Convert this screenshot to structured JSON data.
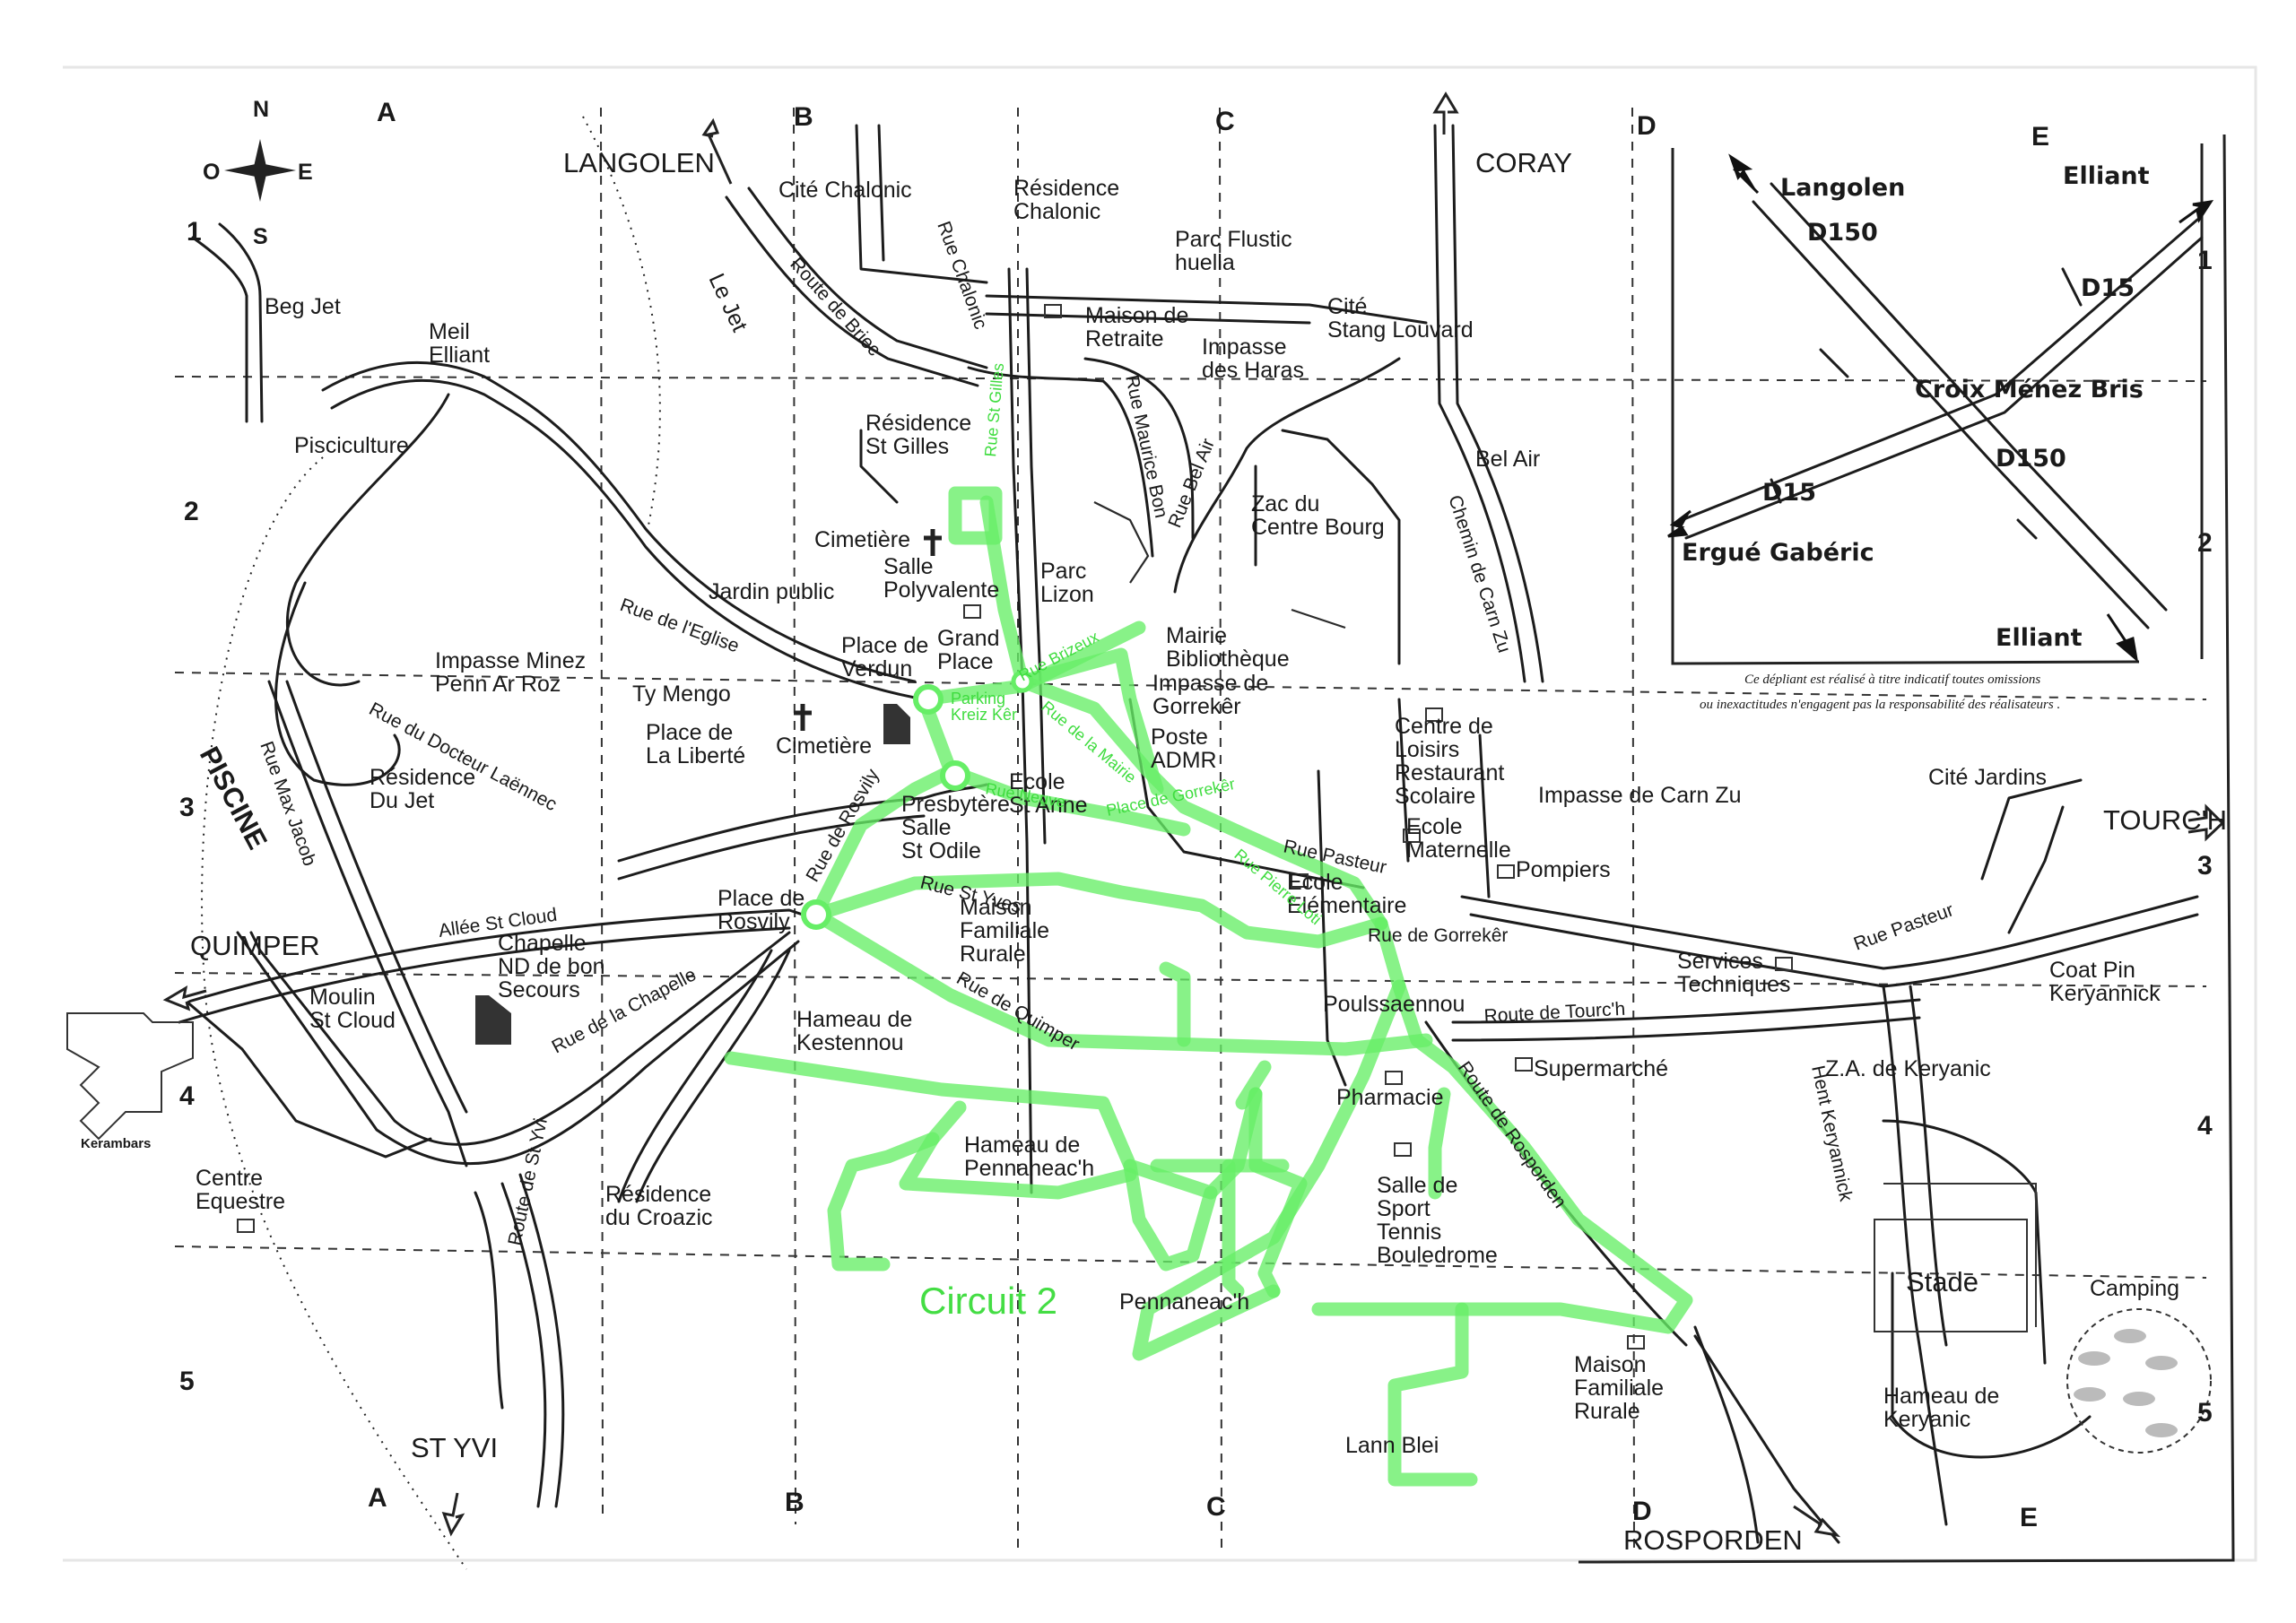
{
  "compass": {
    "n": "N",
    "s": "S",
    "e": "E",
    "o": "O"
  },
  "grid": {
    "cols_top": [
      "A",
      "B",
      "C",
      "D",
      "E"
    ],
    "cols_bottom": [
      "A",
      "B",
      "C",
      "D",
      "E"
    ],
    "rows_left": [
      "1",
      "2",
      "3",
      "4",
      "5"
    ],
    "rows_right": [
      "1",
      "2",
      "3",
      "4",
      "5"
    ]
  },
  "directions": {
    "langolen": "LANGOLEN",
    "coray": "CORAY",
    "tourch": "TOURC'H",
    "quimper": "QUIMPER",
    "st_yvi": "ST YVI",
    "rosporden": "ROSPORDEN",
    "piscine": "PISCINE",
    "kerambars": "Kerambars"
  },
  "places": {
    "beg_jet": "Beg Jet",
    "meil_elliant": "Meil\nElliant",
    "pisciculture": "Pisciculture",
    "le_jet": "Le Jet",
    "cite_chalonic": "Cité Chalonic",
    "residence_chalonic": "Résidence\nChalonic",
    "parc_flustic": "Parc Flustic\nhuella",
    "cite_stang": "Cité\nStang Louvard",
    "maison_retraite": "Maison de\nRetraite",
    "impasse_haras": "Impasse\ndes Haras",
    "residence_st_gilles": "Résidence\nSt Gilles",
    "zac": "Zac du\nCentre Bourg",
    "bel_air": "Bel Air",
    "cimetiere_top": "Cimetière",
    "salle_polyvalente": "Salle\nPolyvalente",
    "parc_lizon": "Parc\nLizon",
    "jardin_public": "Jardin public",
    "grand_place": "Grand\nPlace",
    "place_verdun": "Place de\nVerdun",
    "mairie": "Mairie\nBibliothèque",
    "impasse_gorreker": "Impasse de\nGorrekêr",
    "poste": "Poste\nADMR",
    "impasse_minez": "Impasse Minez\nPenn Ar Roz",
    "ty_mengo": "Ty Mengo",
    "place_liberte": "Place de\nLa Liberté",
    "cimetiere_mid": "Cimetière",
    "residence_jet": "Résidence\nDu Jet",
    "presbytere": "Presbytère\nSalle\nSt Odile",
    "ecole_st_anne": "Ecole\nSt Anne",
    "centre_loisirs": "Centre de\nLoisirs\nRestaurant\nScolaire",
    "impasse_carn_zu": "Impasse de Carn Zu",
    "ecole_maternelle": "Ecole\nMaternelle",
    "pompiers": "Pompiers",
    "ecole_elementaire": "Ecole\nElémentaire",
    "cite_jardins": "Cité Jardins",
    "place_rosvily": "Place de\nRosvily",
    "maison_familiale_1": "Maison\nFamiliale\nRurale",
    "chapelle": "Chapelle\nND de bon\nSecours",
    "moulin": "Moulin\nSt Cloud",
    "hameau_kestennou": "Hameau de\nKestennou",
    "poulssaennou": "Poulssaennou",
    "services_techniques": "Services\nTechniques",
    "coat_pin": "Coat Pin\nKeryannick",
    "supermarche": "Supermarché",
    "za_keryanic": "Z.A. de Keryanic",
    "pharmacie": "Pharmacie",
    "hameau_pennaneach": "Hameau de\nPennaneac'h",
    "residence_croazic": "Résidence\ndu Croazic",
    "centre_equestre": "Centre\nEquestre",
    "salle_sport": "Salle de\nSport\nTennis\nBouledrome",
    "pennaneach": "Pennaneac'h",
    "maison_familiale_2": "Maison\nFamiliale\nRurale",
    "lann_blei": "Lann Blei",
    "stade": "Stade",
    "camping": "Camping",
    "hameau_keryanic": "Hameau de\nKeryanic"
  },
  "streets": {
    "route_briec": "Route de Briec",
    "rue_chalonic": "Rue Chalonic",
    "rue_maurice_bon": "Rue Maurice Bon",
    "rue_bel_air": "Rue Bel Air",
    "chemin_carn_zu": "Chemin de Carn Zu",
    "rue_eglise": "Rue de l'Eglise",
    "rue_docteur_laennec": "Rue du Docteur Laënnec",
    "rue_max_jacob": "Rue Max Jacob",
    "allee_st_cloud": "Allée St Cloud",
    "rue_chapelle": "Rue de la Chapelle",
    "route_st_yvi": "Route de St Yvi",
    "rue_rosvily": "Rue de Rosvily",
    "rue_st_yves": "Rue St Yves",
    "rue_quimper": "Rue de Quimper",
    "rue_neuve": "Rue Neuve",
    "rue_pasteur": "Rue Pasteur",
    "route_tourch": "Route de Tourc'h",
    "route_rosporden": "Route de Rosporden",
    "hent_keryannick": "Hent Keryannick",
    "rue_gorreker": "Rue de Gorrekêr",
    "rue_pierre_loti": "Rue Pierre Loti",
    "rue_st_gilles": "Rue St Gilles",
    "rue_brizeux": "Rue Brizeux",
    "rue_mairie": "Rue de la Mairie",
    "place_gorreker": "Place de Gorrekêr",
    "rue_pasteur_2": "Rue Pasteur",
    "parking": "Parking\nKreiz Kêr"
  },
  "inset": {
    "langolen": "Langolen",
    "elliant_top": "Elliant",
    "d150_top": "D150",
    "d15_top": "D15",
    "croix": "Croix Ménez Bris",
    "d150_bottom": "D150",
    "d15_bottom": "D15",
    "ergue": "Ergué Gabéric",
    "elliant_bottom": "Elliant",
    "note_line1": "Ce dépliant est réalisé à titre indicatif toutes omissions",
    "note_line2": "ou inexactitudes n'engagent pas la responsabilité des réalisateurs ."
  },
  "circuit": {
    "label": "Circuit 2",
    "color": "#66ee66"
  }
}
